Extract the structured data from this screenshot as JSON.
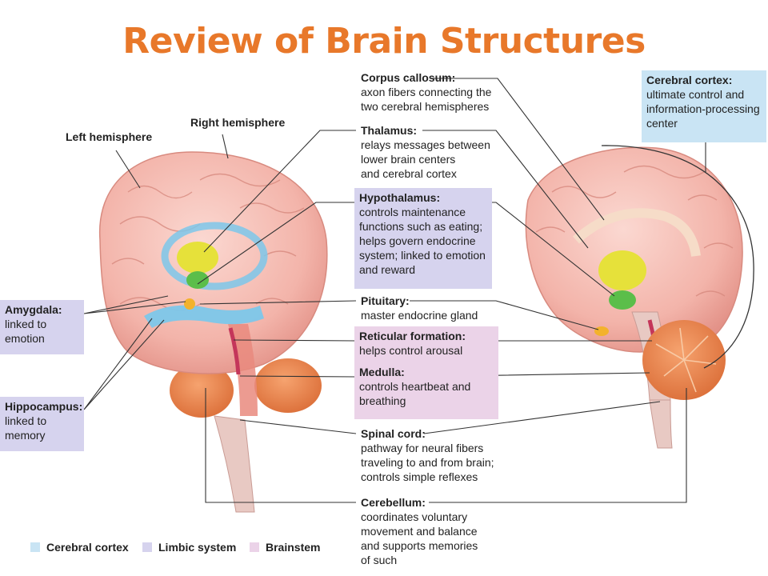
{
  "title": "Review of Brain Structures",
  "colors": {
    "title": "#E8782A",
    "cortex_box": "#C9E4F4",
    "limbic_box": "#D6D3EE",
    "brainstem_box": "#EBD3E8",
    "leader_line": "#333333",
    "brain_pink": "#F3B4AA",
    "brain_dark": "#DB7E73",
    "cerebellum": "#E9824A",
    "thalamus": "#E6E13A",
    "hypothalamus": "#5BBE4A",
    "hippocampus": "#7CC7EA",
    "pituitary": "#F3B22C"
  },
  "side_labels": {
    "left_hemisphere": "Left hemisphere",
    "right_hemisphere": "Right hemisphere"
  },
  "labels": {
    "corpus_callosum": {
      "name": "Corpus callosum:",
      "lines": [
        "axon fibers connecting the",
        "two cerebral hemispheres"
      ]
    },
    "thalamus": {
      "name": "Thalamus:",
      "lines": [
        "relays messages between",
        "lower brain centers",
        "and cerebral cortex"
      ]
    },
    "hypothalamus": {
      "name": "Hypothalamus:",
      "lines": [
        "controls maintenance",
        "functions such as eating;",
        "helps govern endocrine",
        "system; linked to emotion",
        "and reward"
      ]
    },
    "pituitary": {
      "name": "Pituitary:",
      "lines": [
        "master endocrine gland"
      ]
    },
    "reticular_formation": {
      "name": "Reticular formation:",
      "lines": [
        "helps control arousal"
      ]
    },
    "medulla": {
      "name": "Medulla:",
      "lines": [
        "controls heartbeat and",
        "breathing"
      ]
    },
    "spinal_cord": {
      "name": "Spinal cord:",
      "lines": [
        "pathway for neural fibers",
        "traveling to and from brain;",
        "controls simple reflexes"
      ]
    },
    "cerebellum": {
      "name": "Cerebellum:",
      "lines": [
        "coordinates voluntary",
        "movement and balance",
        "and supports memories",
        "of such"
      ]
    },
    "cerebral_cortex": {
      "name": "Cerebral cortex:",
      "lines": [
        "ultimate control and",
        "information-processing",
        "center"
      ]
    },
    "amygdala": {
      "name": "Amygdala:",
      "lines": [
        "linked to",
        "emotion"
      ]
    },
    "hippocampus": {
      "name": "Hippocampus:",
      "lines": [
        "linked to",
        "memory"
      ]
    }
  },
  "legend": [
    {
      "label": "Cerebral cortex",
      "color": "#C9E4F4"
    },
    {
      "label": "Limbic system",
      "color": "#D6D3EE"
    },
    {
      "label": "Brainstem",
      "color": "#EBD3E8"
    }
  ]
}
